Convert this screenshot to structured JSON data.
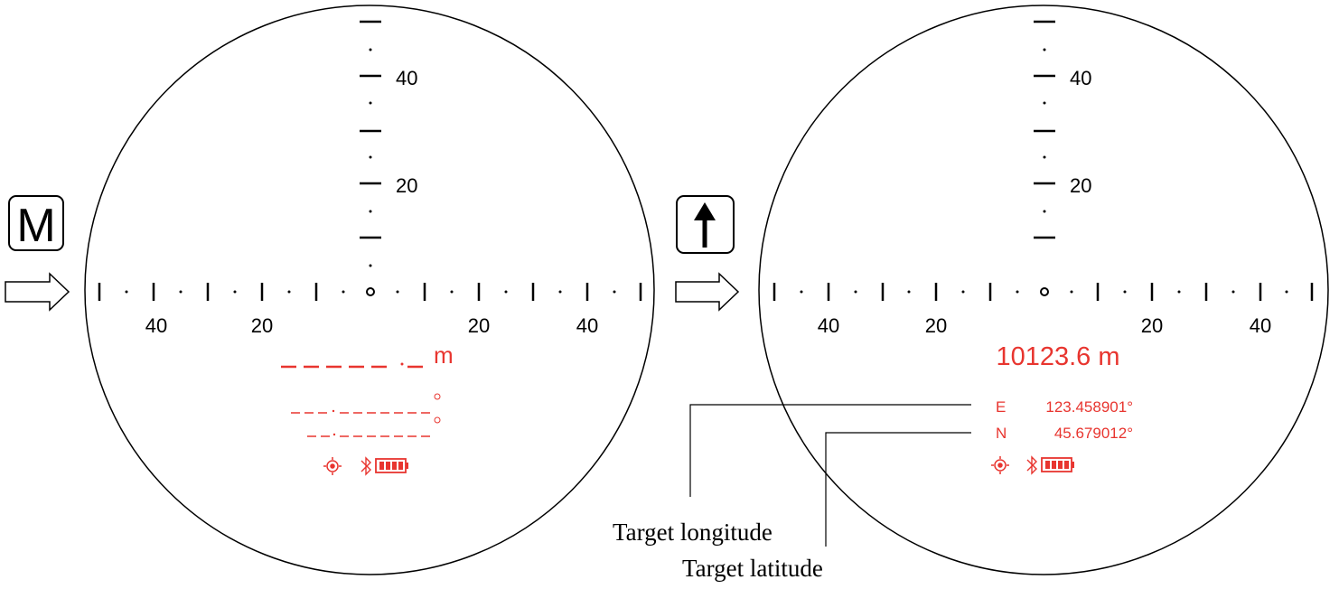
{
  "colors": {
    "ink": "#000000",
    "red": "#e8352f"
  },
  "buttons": {
    "mode": {
      "label": "M",
      "icon": "m-key"
    },
    "up": {
      "icon": "up-arrow-key"
    }
  },
  "panels": [
    {
      "id": "before",
      "vertical_ticks": [
        "40",
        "20"
      ],
      "horizontal_ticks": [
        "40",
        "20",
        "20",
        "40"
      ],
      "distance_unit": "m",
      "distance_value": "",
      "coords": [],
      "status_icons": [
        "crosshair-icon",
        "bluetooth-icon",
        "battery-icon"
      ]
    },
    {
      "id": "after",
      "vertical_ticks": [
        "40",
        "20"
      ],
      "horizontal_ticks": [
        "40",
        "20",
        "20",
        "40"
      ],
      "distance_text": "10123.6 m",
      "coords": [
        {
          "dir": "E",
          "value": "123.458901°"
        },
        {
          "dir": "N",
          "value": "45.679012°"
        }
      ],
      "status_icons": [
        "crosshair-icon",
        "bluetooth-icon",
        "battery-icon"
      ]
    }
  ],
  "callouts": {
    "longitude": "Target longitude",
    "latitude": "Target latitude"
  }
}
